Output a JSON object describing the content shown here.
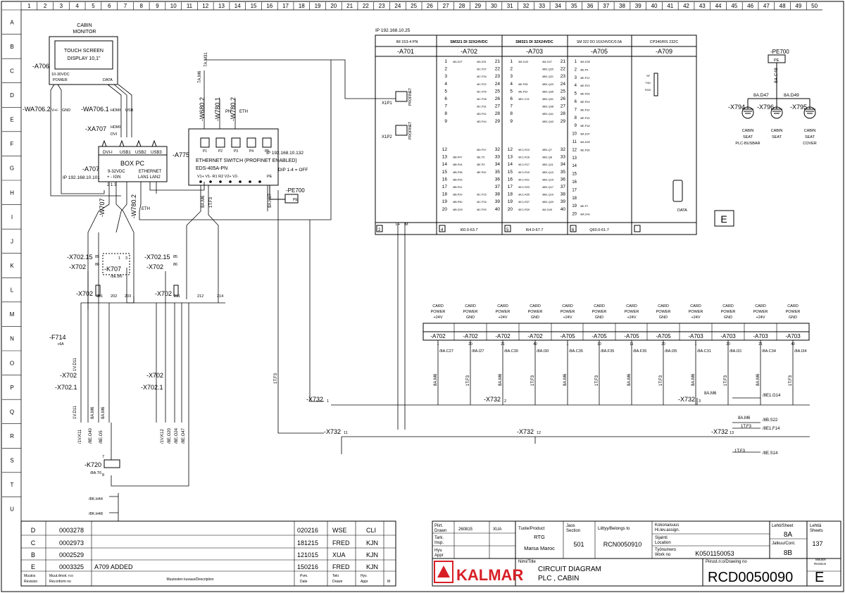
{
  "grid": {
    "columns": [
      "1",
      "2",
      "3",
      "4",
      "5",
      "6",
      "7",
      "8",
      "9",
      "10",
      "11",
      "12",
      "13",
      "14",
      "15",
      "16",
      "17",
      "18",
      "19",
      "20",
      "21",
      "22",
      "23",
      "24",
      "25",
      "26",
      "27",
      "28",
      "29",
      "30",
      "31",
      "32",
      "33",
      "34",
      "35",
      "36",
      "37",
      "38",
      "39",
      "40",
      "41",
      "42",
      "43",
      "44",
      "45",
      "46",
      "47",
      "48",
      "49",
      "50"
    ],
    "rows": [
      "A",
      "B",
      "C",
      "D",
      "E",
      "F",
      "G",
      "H",
      "I",
      "J",
      "K",
      "L",
      "M",
      "N",
      "O",
      "P",
      "Q",
      "R",
      "S",
      "T",
      "U"
    ]
  },
  "components": {
    "cabin_monitor": {
      "title_1": "CABIN",
      "title_2": "MONITOR",
      "screen_1": "TOUCH SCREEN",
      "screen_2": "DISPLAY 10,1\"",
      "tag": "-A706",
      "power_1": "10-30VDC",
      "power_2": "POWER",
      "data": "DATA"
    },
    "box_pc": {
      "tag": "-A707",
      "ip": "IP 192.168.10.101",
      "title": "BOX PC",
      "port_dvi": "DVI-I",
      "port_usb1": "USB1",
      "port_usb2": "USB2",
      "port_usb3": "USB3",
      "power": "9-32VDC",
      "pins": "+   -   IGN",
      "ethernet": "ETHERNET",
      "lan": "LAN1   LAN2",
      "pin_nums": "2    1    3"
    },
    "cables": {
      "wa7062": "-WA706.2",
      "wa7061": "-WA706.1",
      "xa707": "-XA707",
      "plusminus": "V+/-",
      "gnd": "GND",
      "hdmi": "HDMI",
      "usb": "USB",
      "hdmi2": "HDMI",
      "dvi": "DVI",
      "w707": "-W707",
      "w7802b": "-W780.2",
      "eth": "ETH",
      "w6802": "-W680.2",
      "w7801": "-W780.1",
      "w7802": "-W780.2",
      "pn": "PN",
      "eth2": "ETH",
      "m6": "7A.M6",
      "m31": "7A.M31",
      "hm6": "8A.M6",
      "hf3": "1T.F3",
      "h17": "8A.H17"
    },
    "switch": {
      "tag": "-A775",
      "ip": "IP 192.168.10.132",
      "title": "ETHERNET SWITCH (PROFINET ENABLED)",
      "model": "EDS-405A-PN",
      "dip": "DIP 1-4 = OFF",
      "pins": "V1+  V1-  R1  R2  V2+  V2-",
      "pe": "PE",
      "ports": [
        "P1",
        "P2",
        "P3",
        "P4",
        "P5"
      ],
      "pe700": "-PE700",
      "pe_label": "PE"
    },
    "plc": {
      "ip": "IP 192.168.10.25",
      "im": {
        "name": "IM 153-4 PN",
        "tag": "-A701",
        "x1p1": "X1P1",
        "x1p2": "X1P2",
        "profinet": "PROFINET",
        "slot": "2",
        "lplus": "L+",
        "m": "M"
      },
      "a702": {
        "name": "SM321 DI 32X24VDC",
        "tag": "-A702",
        "slot": "4",
        "range": "I60.0-63.7",
        "left_nums": [
          "1",
          "2",
          "3",
          "4",
          "5",
          "6",
          "7",
          "8",
          "9",
          "12",
          "13",
          "14",
          "15",
          "16",
          "17",
          "18",
          "19",
          "20"
        ],
        "left_sigs": [
          "/8A.D27",
          "",
          "",
          "",
          "",
          "",
          "",
          "",
          "",
          "",
          "/8B.P47",
          "/8B.P44",
          "/8B.P38",
          "/8B.P26",
          "/8B.P41",
          "/8B.P29",
          "/8B.P50",
          "/8B.D29"
        ],
        "right_nums": [
          "21",
          "22",
          "23",
          "24",
          "25",
          "26",
          "27",
          "28",
          "29",
          "32",
          "33",
          "34",
          "35",
          "36",
          "37",
          "38",
          "39",
          "40"
        ],
        "right_sigs": [
          "/8A.D31",
          "/8C.P37",
          "/8C.P34",
          "/8C.P22",
          "/8C.P25",
          "/8C.P28",
          "/8C.P31",
          "/8D.P41",
          "/8D.P44",
          "/8D.P47",
          "/8E.T5",
          "/8E.P3",
          "/8E.P42",
          "",
          "",
          "/8C.P15",
          "/8C.P16",
          "/8C.P20"
        ]
      },
      "a703": {
        "name": "SM321 DI 32X24VDC",
        "tag": "-A703",
        "slot": "5",
        "range": "I64.0-67.7",
        "left_nums": [
          "1",
          "2",
          "3",
          "4",
          "5",
          "6",
          "7",
          "8",
          "9",
          "12",
          "13",
          "14",
          "15",
          "16",
          "17",
          "18",
          "19",
          "20"
        ],
        "left_sigs": [
          "/8A.G43",
          "",
          "",
          "/8E.P35",
          "/8E.P32",
          "/8E1.C21",
          "",
          "",
          "",
          "/8C1.R13",
          "/8C1.R16",
          "/8C1.R17",
          "/8C1.R19",
          "/8C1.R21",
          "/8C1.R23",
          "/8C1.R25",
          "/8C1.R27",
          "/8C1.R29"
        ],
        "right_nums": [
          "21",
          "22",
          "23",
          "24",
          "25",
          "26",
          "27",
          "28",
          "29",
          "32",
          "33",
          "34",
          "35",
          "36",
          "37",
          "38",
          "39",
          "40"
        ],
        "right_sigs": [
          "/8A.G47",
          "/8B1.Q20",
          "/8B1.Q21",
          "/8B1.Q23",
          "/8B1.Q35",
          "/8B1.Q31",
          "/8B1.Q38",
          "/8B1.Q41",
          "/8B1.Q43",
          "/8B1.Q7",
          "/8B1.Q8",
          "/8B1.Q11",
          "/8B1.Q13",
          "/8B1.Q15",
          "/8B1.Q17",
          "/8B1.Q19",
          "/8B1.Q20",
          "/8A.G49"
        ]
      },
      "a705": {
        "name": "SM 322 DO 16X24VDC/0.5A",
        "tag": "-A705",
        "slot": "6",
        "range": "Q60.0-61.7",
        "nums": [
          "1",
          "2",
          "3",
          "4",
          "5",
          "6",
          "7",
          "8",
          "9",
          "10",
          "11",
          "12",
          "13",
          "14",
          "15",
          "16",
          "17",
          "18",
          "19",
          "20"
        ],
        "sigs": [
          "/8A.D35",
          "/8E.P9",
          "/8E.P12",
          "/8E.P23",
          "/8E.P26",
          "/8E.P29",
          "/8E.P32",
          "/8E.P15",
          "/8E.P18",
          "/8A.D37",
          "/8A.D39",
          "/8E.P35",
          "",
          "",
          "",
          "",
          "",
          "",
          "/8E.P7",
          "/8A.G41"
        ]
      },
      "a709": {
        "name": "CP340/RS 232C",
        "tag": "-A709",
        "leds": [
          "SF",
          "TXD",
          "RXD"
        ],
        "data": "DATA"
      }
    },
    "pe_right": {
      "tag": "-PE700",
      "pe": "PE",
      "d47": "8A.D47",
      "d49": "8A.D49",
      "c48": "8A.C48",
      "lamps": [
        {
          "tag": "-X794",
          "l1": "CABIN",
          "l2": "SEAT",
          "l3": "PLC-BUSBAR"
        },
        {
          "tag": "-X796",
          "l1": "CABIN",
          "l2": "SEAT",
          "l3": ""
        },
        {
          "tag": "-X795",
          "l1": "CABIN",
          "l2": "SEAT",
          "l3": "COVER"
        }
      ]
    },
    "box_e": "E",
    "card_power": {
      "headers": [
        [
          "CARD",
          "POWER",
          "+24V"
        ],
        [
          "CARD",
          "POWER",
          "GND"
        ],
        [
          "CARD",
          "POWER",
          "+24V"
        ],
        [
          "CARD",
          "POWER",
          "GND"
        ],
        [
          "CARD",
          "POWER",
          "+24V"
        ],
        [
          "CARD",
          "POWER",
          "GND"
        ],
        [
          "CARD",
          "POWER",
          "+24V"
        ],
        [
          "CARD",
          "POWER",
          "GND"
        ],
        [
          "CARD",
          "POWER",
          "+24V"
        ],
        [
          "CARD",
          "POWER",
          "GND"
        ],
        [
          "CARD",
          "POWER",
          "+24V"
        ],
        [
          "CARD",
          "POWER",
          "GND"
        ]
      ],
      "tags": [
        "-A702",
        "-A702",
        "-A702",
        "-A702",
        "-A705",
        "-A705",
        "-A705",
        "-A705",
        "-A703",
        "-A703",
        "-A703",
        "-A703"
      ],
      "pins": [
        "1",
        "20",
        "21",
        "40",
        "1",
        "10",
        "11",
        "20",
        "1",
        "20",
        "21",
        "40"
      ],
      "refs": [
        "/8A.C27",
        "/8A.I27",
        "/8A.C30",
        "/8A.I30",
        "/8A.C35",
        "/8A.F35",
        "/8A.F35",
        "/8A.I35",
        "/8A.C31",
        "/8A.I31",
        "/8A.C34",
        "/8A.I34"
      ],
      "wire_labels": [
        "8A.M6",
        "1T.F3",
        "8A.M6",
        "1T.F3",
        "8A.M6",
        "1T.F3",
        "8A.M6",
        "1T.F3",
        "8A.M6",
        "1T.F3",
        "8A.M6",
        "1T.F3"
      ]
    },
    "terminals": {
      "x702_15": "-X702.15",
      "x702": "-X702",
      "x702b": "-X702",
      "k707": "-K707",
      "k707_ref": "/8E.B6",
      "x702_15b": "-X702.15",
      "x702c": "-X702",
      "x702d": "-X702",
      "nums_a": [
        "201",
        "202",
        "203"
      ],
      "nums_b": [
        "211",
        "212",
        "214"
      ],
      "n85": "85",
      "n86": "86",
      "n85b": "85",
      "n86b": "86",
      "k1": "1",
      "k3": "3",
      "f714": "-F714",
      "f714_amps": "c6A",
      "x702e": "-X702",
      "x7021": "-X702.1",
      "x702f": "-X702",
      "x7021b": "-X702.1",
      "k720": "-K720",
      "k720_ref": "/8A.T6",
      "k7": "7",
      "k8": "8",
      "k_h44": "/8K.H44",
      "k_h48": "/8K.H48",
      "bottom_left": [
        "/1V.K11",
        "/8E.O40",
        "/8E.O5"
      ],
      "bottom_right": [
        "/1V.K12",
        "/8E.O20",
        "/8E.O24",
        "/8E.O47"
      ],
      "x732a": "-X732",
      "x732b": "-X732",
      "x732c": "-X732",
      "x732d": "-X732",
      "x732e": "-X732",
      "x732f": "-X732",
      "x732_pins": [
        "1",
        "2",
        "3",
        "11",
        "12",
        "13"
      ],
      "right_refs": [
        "/8E1.G14",
        "/8B.S22",
        "/8E1.F14",
        "/8E.S14"
      ],
      "right_labels": [
        "8A.M6",
        "8A.M6",
        "1T.F3",
        "1T.F3"
      ],
      "wire_1vd11": "1V.D11",
      "wire_1vd11b": "1V.D11",
      "wire_m6a": "8A.M6",
      "wire_m6b": "8A.M6",
      "wire_f3": "1T.F3"
    }
  },
  "revision_table": {
    "rows": [
      {
        "rev": "D",
        "no": "0003278",
        "desc": "",
        "date": "020216",
        "drawn": "WSE",
        "appr": "CLI"
      },
      {
        "rev": "C",
        "no": "0002973",
        "desc": "",
        "date": "181215",
        "drawn": "FRED",
        "appr": "KJN"
      },
      {
        "rev": "B",
        "no": "0002529",
        "desc": "",
        "date": "121015",
        "drawn": "XUA",
        "appr": "KJN"
      },
      {
        "rev": "E",
        "no": "0003325",
        "desc": "A709 ADDED",
        "date": "150216",
        "drawn": "FRED",
        "appr": "KJN"
      }
    ],
    "footer": {
      "rev_1": "Muutos",
      "rev_2": "Revision",
      "no_1": "Muut.ilmoit.  n:o",
      "no_2": "Rev.inform no",
      "desc": "Muutosten kuvaus/Description",
      "date_1": "Pvm.",
      "date_2": "Date",
      "drawn_1": "Teki",
      "drawn_2": "Drawn",
      "appr_1": "Hyv.",
      "appr_2": "Appr",
      "m": "M"
    }
  },
  "title_block": {
    "drawn_label_1": "Piirt.",
    "drawn_label_2": "Drawn",
    "drawn_date": "260815",
    "drawn_by": "XUA",
    "checked_1": "Tark.",
    "checked_2": "Insp.",
    "appr_1": "Hyv.",
    "appr_2": "Appr",
    "product_label": "Tuote/Product",
    "product": "RTG",
    "customer": "Marsa Maroc",
    "section_label_1": "Jaos",
    "section_label_2": "Section",
    "section": "501",
    "belongs_label": "Liittyy/Belongs to",
    "belongs": "RCN0050910",
    "assign_label_1": "Kokonaisuus",
    "assign_label_2": "Hi.lev.assign.",
    "location_label_1": "Sijainti",
    "location_label_2": "Location",
    "work_label_1": "Työnumero",
    "work_label_2": "Work no",
    "work": "K0501150053",
    "sheet_label_1": "Lehti/Sheet",
    "sheet": "8A",
    "sheets_label_1": "Lehtiä",
    "sheets_label_2": "Sheets",
    "sheets": "137",
    "cont_label": "Jatkuu/Cont.",
    "cont": "8B",
    "name_label": "Nimi/Title",
    "name_1": "CIRCUIT DIAGRAM",
    "name_2": "PLC , CABIN",
    "drawing_label": "Piirust.n:o/Drawing no",
    "drawing": "RCD0050090",
    "revision": "E",
    "rev_label_1": "Muutos",
    "rev_label_2": "Revision",
    "logo": "KALMAR",
    "logo_color": "#d81f26"
  }
}
